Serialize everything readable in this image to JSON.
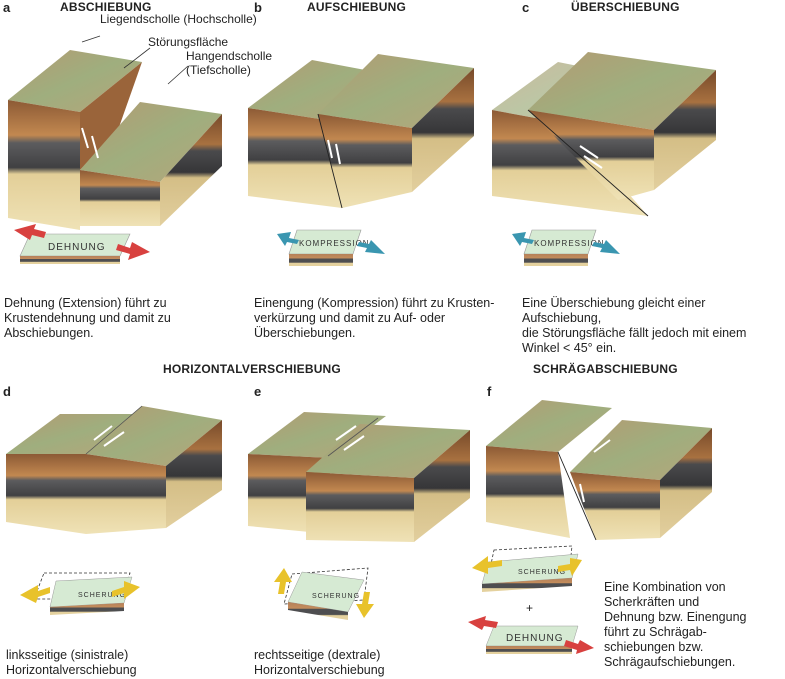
{
  "panels": {
    "a": {
      "label": "a",
      "title": "ABSCHIEBUNG",
      "caption": "Dehnung (Extension) führt zu\nKrustendehnung und damit zu\nAbschiebungen.",
      "stress": "DEHNUNG"
    },
    "b": {
      "label": "b",
      "title": "AUFSCHIEBUNG",
      "caption": "Einengung (Kompression) führt zu Krusten-\nverkürzung und damit zu Auf- oder\nÜberschiebungen.",
      "stress": "KOMPRESSION"
    },
    "c": {
      "label": "c",
      "title": "ÜBERSCHIEBUNG",
      "caption": "Eine Überschiebung gleicht einer Aufschiebung,\ndie Störungsfläche fällt jedoch mit einem\nWinkel < 45° ein.",
      "stress": "KOMPRESSION"
    },
    "d": {
      "label": "d",
      "caption": "linksseitige (sinistrale)\nHorizontalverschiebung",
      "stress": "SCHERUNG"
    },
    "e": {
      "label": "e",
      "caption": "rechtsseitige (dextrale)\nHorizontalverschiebung",
      "stress": "SCHERUNG"
    },
    "f": {
      "label": "f",
      "caption": "Eine Kombination von\nScherkräften und\nDehnung bzw. Einengung\nführt zu Schrägab-\nschiebungen bzw.\nSchrägaufschiebungen.",
      "stress_top": "SCHERUNG",
      "stress_bottom": "DEHNUNG",
      "plus": "+"
    }
  },
  "section_titles": {
    "horizontal": "HORIZONTALVERSCHIEBUNG",
    "oblique": "SCHRÄGABSCHIEBUNG"
  },
  "annotations": {
    "footwall": "Liegendscholle (Hochscholle)",
    "fault_plane": "Störungsfläche",
    "hangingwall": "Hangendscholle\n(Tiefscholle)"
  },
  "colors": {
    "extension_arrow": "#d8413f",
    "compression_arrow": "#3a96b0",
    "shear_arrow": "#e8c22b",
    "top_surface": "#9fae7e",
    "brown_layer": "#b87a45",
    "dark_layer": "#4f4f51",
    "sand_layer": "#ead9a8"
  }
}
